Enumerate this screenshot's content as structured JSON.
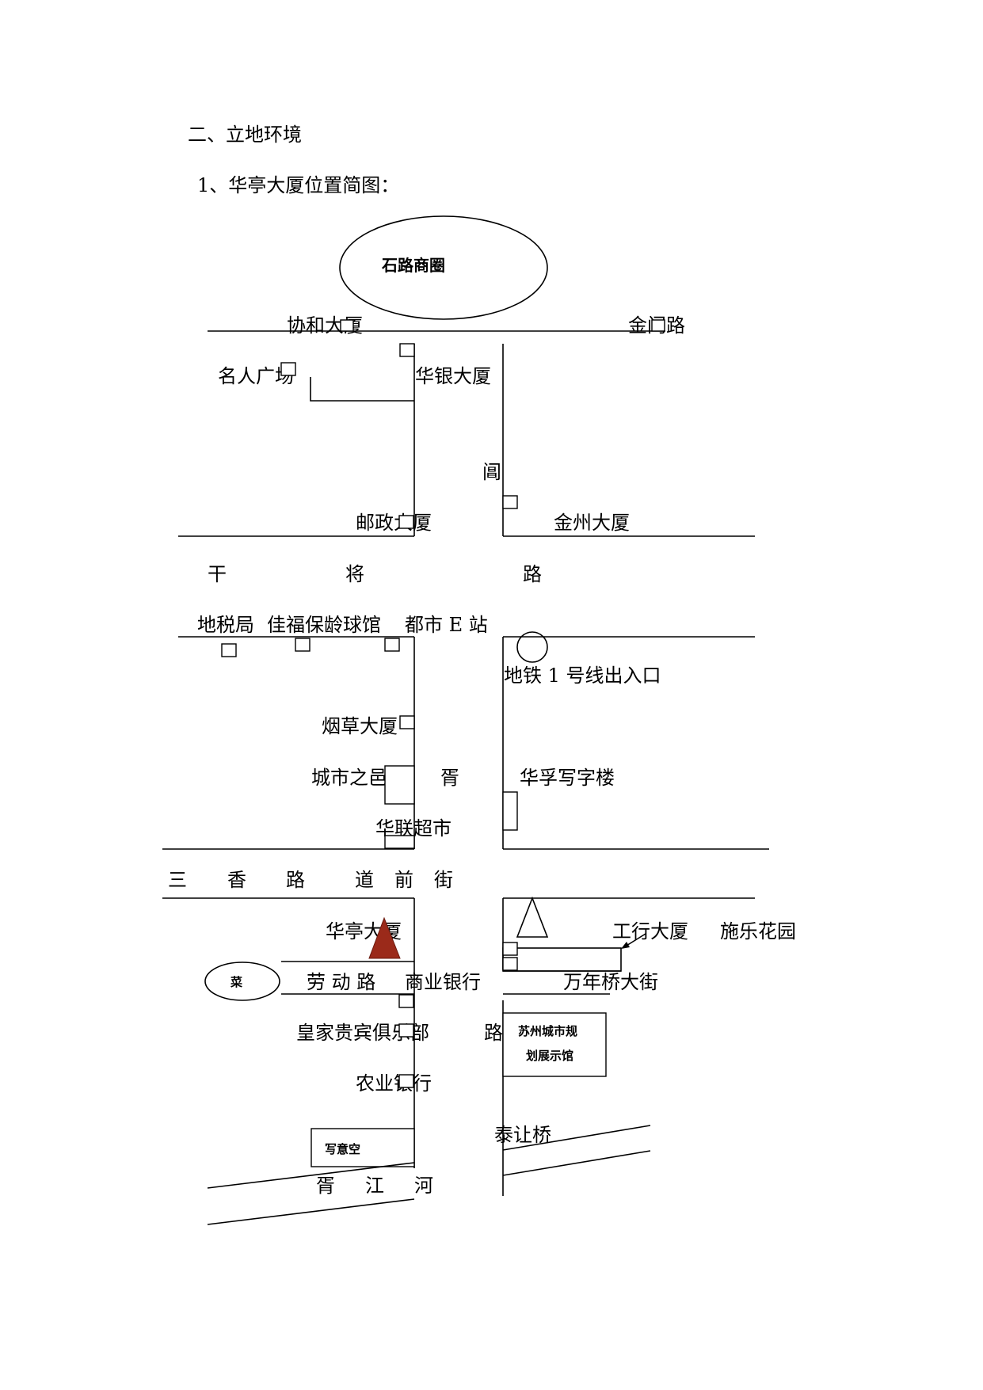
{
  "headings": {
    "section": "二、立地环境",
    "subsection": "1、华亭大厦位置简图："
  },
  "map": {
    "areas": {
      "shilu_shangquan": "石路商圈",
      "cai": "菜",
      "xieyishi": "写意空"
    },
    "buildings": {
      "xiehe": "协和大厦",
      "mingren": "名人广场",
      "huayin": "华银大厦",
      "youzheng": "邮政大厦",
      "jinzhou": "金州大厦",
      "dishuiju": "地税局",
      "jiafu": "佳福保龄球馆",
      "dushi_e": "都市 E 站",
      "yancao": "烟草大厦",
      "chengshizhiyi": "城市之邑",
      "huafu": "华孚写字楼",
      "hualian": "华联超市",
      "huating": "华亭大厦",
      "gonghang": "工行大厦",
      "shile": "施乐花园",
      "shangye_bank": "商业银行",
      "huangjia": "皇家贵宾俱乐部",
      "nongye_bank": "农业银行",
      "planning_line1": "苏州城市规",
      "planning_line2": "划展示馆",
      "metro": "地铁 1 号线出入口",
      "tairang_bridge": "泰让桥"
    },
    "roads": {
      "jinmen": "金门路",
      "ganjiang": [
        "干",
        "将",
        "路"
      ],
      "sanxiang": [
        "三",
        "香",
        "路"
      ],
      "daoqian": [
        "道",
        "前",
        "街"
      ],
      "laodong": "劳 动 路",
      "wanniangiao": "万年桥大街",
      "xu": "胥",
      "lu": "路",
      "chang": "阊",
      "xujiang_river": [
        "胥",
        "江",
        "河"
      ]
    },
    "colors": {
      "target_marker": "#9b2a1a",
      "lines": "#000000"
    }
  }
}
